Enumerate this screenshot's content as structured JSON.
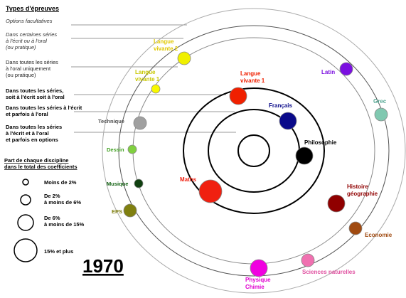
{
  "legend": {
    "title": "Types d'épreuves",
    "types": [
      {
        "lines": [
          "Options facultatives"
        ],
        "style": "light-italic"
      },
      {
        "lines": [
          "Dans certaines séries",
          "à l'écrit ou à l'oral",
          "(ou pratique)"
        ],
        "style": "light-italic"
      },
      {
        "lines": [
          "Dans toutes les séries",
          "à l'oral uniquement",
          "(ou pratique)"
        ],
        "style": "normal"
      },
      {
        "lines": [
          "Dans toutes les séries,",
          "soit à l'écrit soit à l'oral"
        ],
        "style": "bold"
      },
      {
        "lines": [
          "Dans toutes les séries à l'écrit",
          "et parfois à l'oral"
        ],
        "style": "bold"
      },
      {
        "lines": [
          "Dans toutes les séries",
          "à l'écrit et à l'oral",
          "et parfois en options"
        ],
        "style": "bold"
      }
    ],
    "size_title_lines": [
      "Part de chaque discipline",
      "dans le total des coefficients"
    ],
    "sizes": [
      {
        "lines": [
          "Moins de 2%"
        ]
      },
      {
        "lines": [
          "De 2%",
          "à moins de 6%"
        ]
      },
      {
        "lines": [
          "De 6%",
          "à moins de 15%"
        ]
      },
      {
        "lines": [
          "15% et plus"
        ]
      }
    ]
  },
  "year": "1970",
  "disciplines": [
    {
      "name": "Latin",
      "label_lines": [
        "Latin"
      ],
      "color": "#7b10e0",
      "label_color": "#7b10e0"
    },
    {
      "name": "Grec",
      "label_lines": [
        "Grec"
      ],
      "color": "#80c8b0",
      "label_color": "#56a894"
    },
    {
      "name": "Langue vivante 2",
      "label_lines": [
        "Langue",
        "vivante 2"
      ],
      "color": "#f0f000",
      "label_color": "#e0c800"
    },
    {
      "name": "Langue vivante 1",
      "label_lines": [
        "Langue",
        "vivante 1"
      ],
      "color": "#f02000",
      "label_color": "#f02000"
    },
    {
      "name": "Français",
      "label_lines": [
        "Français"
      ],
      "color": "#0a0a8a",
      "label_color": "#0a0a8a"
    },
    {
      "name": "Philosophie",
      "label_lines": [
        "Philosophie"
      ],
      "color": "#000000",
      "label_color": "#000000"
    },
    {
      "name": "Maths",
      "label_lines": [
        "Maths"
      ],
      "color": "#f02010",
      "label_color": "#f02010"
    },
    {
      "name": "Histoire géographie",
      "label_lines": [
        "Histoire",
        "géographie"
      ],
      "color": "#900000",
      "label_color": "#900000"
    },
    {
      "name": "Economie",
      "label_lines": [
        "Economie"
      ],
      "color": "#a04a10",
      "label_color": "#a04a10"
    },
    {
      "name": "Sciences naturelles",
      "label_lines": [
        "Sciences naturelles"
      ],
      "color": "#f070b0",
      "label_color": "#e050a0"
    },
    {
      "name": "Physique Chimie",
      "label_lines": [
        "Physique",
        "Chimie"
      ],
      "color": "#f000e0",
      "label_color": "#e000d0"
    },
    {
      "name": "Langue vivante 1 (facultative)",
      "label_lines": [
        "Langue",
        "vivante 1"
      ],
      "color": "#f8f800",
      "label_color": "#c8c800"
    },
    {
      "name": "Technique",
      "label_lines": [
        "Technique"
      ],
      "color": "#a0a0a0",
      "label_color": "#505050"
    },
    {
      "name": "Dessin",
      "label_lines": [
        "Dessin"
      ],
      "color": "#80d040",
      "label_color": "#40a020"
    },
    {
      "name": "Musique",
      "label_lines": [
        "Musique"
      ],
      "color": "#104010",
      "label_color": "#106010"
    },
    {
      "name": "EPS",
      "label_lines": [
        "EPS"
      ],
      "color": "#808010",
      "label_color": "#808010"
    }
  ]
}
